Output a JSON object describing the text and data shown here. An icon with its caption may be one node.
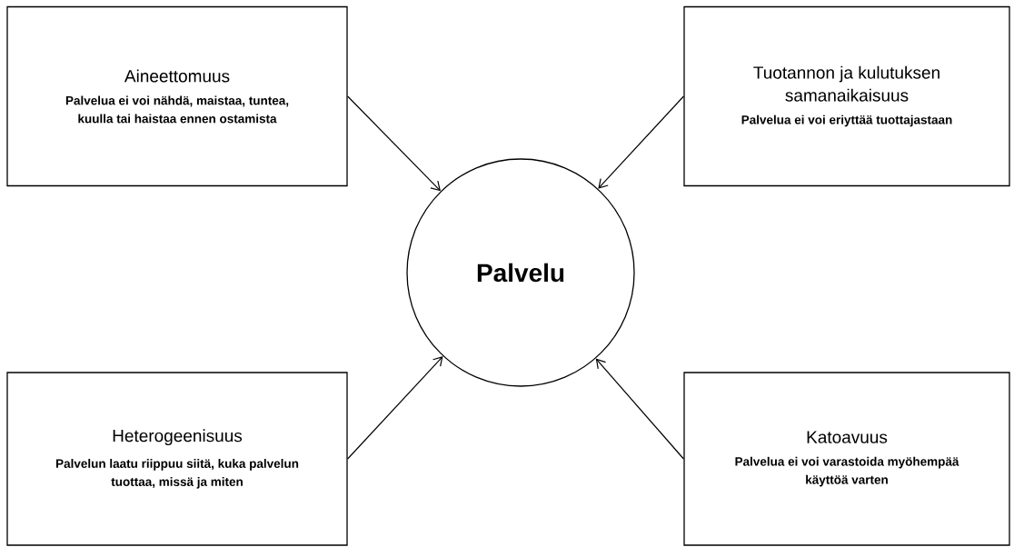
{
  "diagram": {
    "nodes": [
      {
        "text": [
          "Aineettomuus",
          "Palvelua ei voi nähdä, maistaa, tuntea, kuulla tai haistaa ennen ostamista"
        ]
      },
      {
        "text": [
          "Tuotannon ja kulutuksen samanaikaisuus",
          "Palvelua ei voi eriyttää tuottajastaan"
        ]
      },
      {
        "text": [
          "Palvelu"
        ]
      },
      {
        "text": [
          "Heterogeenisuus",
          "Palvelun laatu riippuu siitä, kuka palvelun tuottaa, missä ja miten"
        ]
      },
      {
        "text": [
          "Katoavuus",
          "Palvelua ei voi varastoida myöhempää käyttöä varten"
        ]
      }
    ],
    "edges": [
      {
        "from": 0,
        "to": 2,
        "arrow": "to"
      },
      {
        "from": 1,
        "to": 2,
        "arrow": "to"
      },
      {
        "from": 3,
        "to": 2,
        "arrow": "to"
      },
      {
        "from": 4,
        "to": 2,
        "arrow": "to"
      }
    ]
  }
}
